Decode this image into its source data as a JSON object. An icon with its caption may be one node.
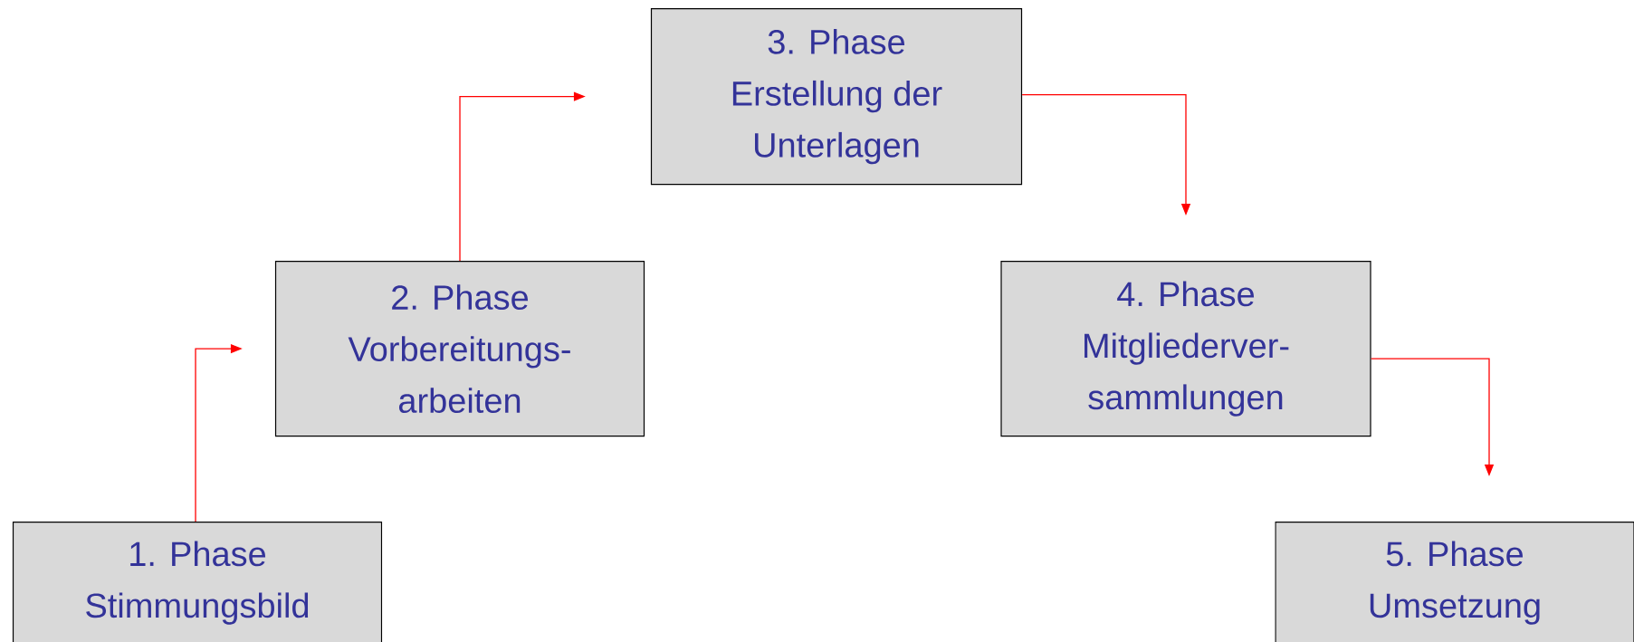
{
  "diagram": {
    "nodes": [
      {
        "text": [
          "1. Phase",
          "Stimmungsbild"
        ]
      },
      {
        "text": [
          "2. Phase",
          "Vorbereitungs- arbeiten"
        ]
      },
      {
        "text": [
          "3. Phase",
          "Erstellung der Unterlagen"
        ]
      },
      {
        "text": [
          "4. Phase",
          "Mitgliederver- sammlungen"
        ]
      },
      {
        "text": [
          "5. Phase",
          "Umsetzung"
        ]
      }
    ],
    "edges": [
      {
        "from": 0,
        "to": 1,
        "arrow": "to"
      },
      {
        "from": 1,
        "to": 2,
        "arrow": "to"
      },
      {
        "from": 2,
        "to": 3,
        "arrow": "to"
      },
      {
        "from": 3,
        "to": 4,
        "arrow": "to"
      }
    ]
  }
}
